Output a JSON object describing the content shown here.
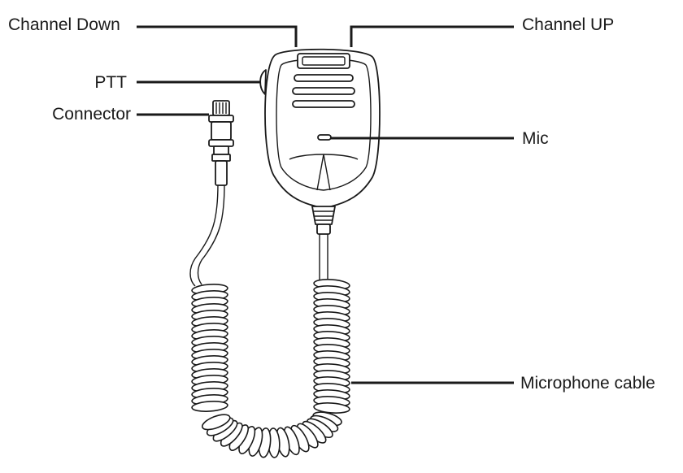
{
  "labels": {
    "channel_down": "Channel Down",
    "channel_up": "Channel UP",
    "ptt": "PTT",
    "connector": "Connector",
    "mic": "Mic",
    "microphone_cable": "Microphone cable"
  },
  "colors": {
    "ink": "#1a1a1a",
    "background": "#ffffff"
  }
}
